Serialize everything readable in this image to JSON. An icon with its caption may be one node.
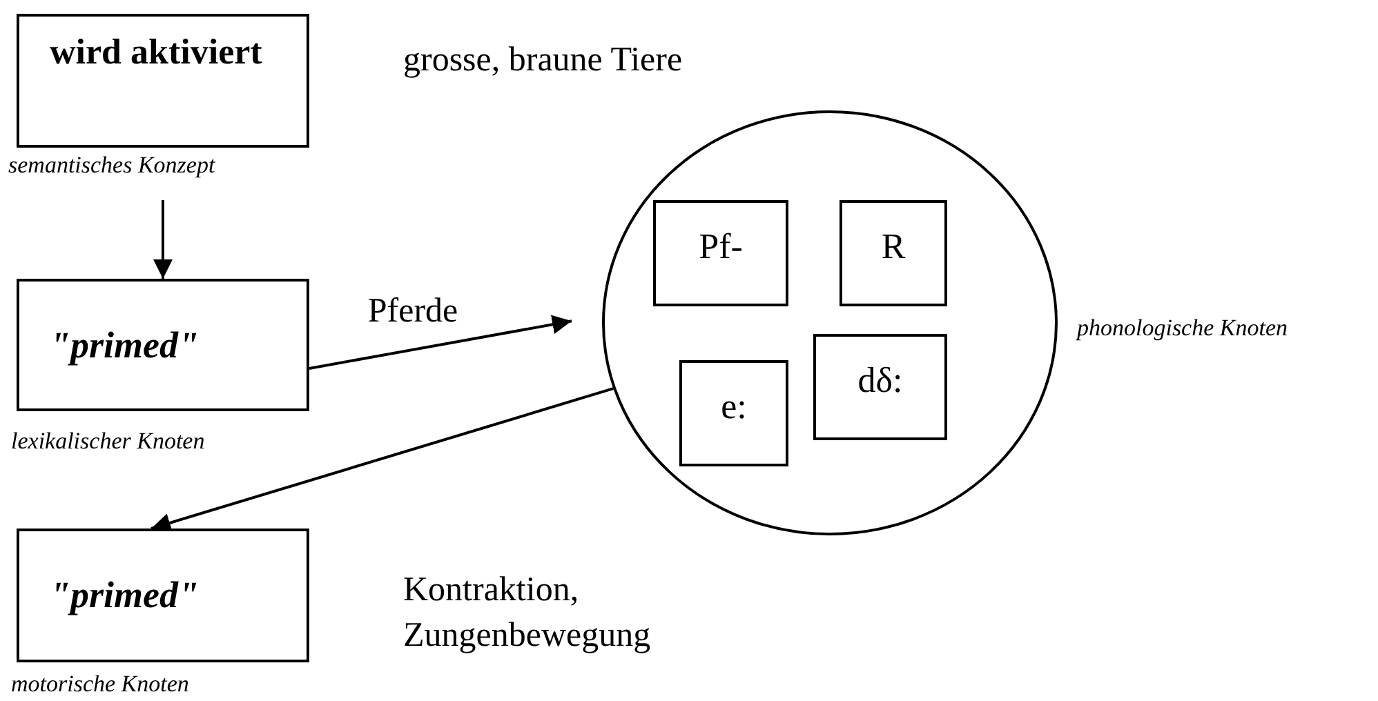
{
  "diagram": {
    "nodes": [
      {
        "text": [
          "wird aktiviert"
        ],
        "beside": [
          "semantisches Konzept"
        ]
      },
      {
        "text": [
          "\"primed\""
        ],
        "beside": [
          "lexikalischer Knoten"
        ]
      },
      {
        "text": [
          "\"primed\""
        ],
        "beside": [
          "motorische Knoten"
        ]
      },
      {
        "text": [],
        "shape": "circle",
        "beside": [
          "phonologische Knoten"
        ]
      },
      {
        "text": [
          "Pf-"
        ],
        "in": 3
      },
      {
        "text": [
          "R"
        ],
        "in": 3
      },
      {
        "text": [
          "e:"
        ],
        "in": 3
      },
      {
        "text": [
          "dδ:"
        ],
        "in": 3
      }
    ],
    "edges": [
      {
        "from": 0,
        "to": 1,
        "arrow": "to"
      },
      {
        "from": 1,
        "to": 3,
        "arrow": "to",
        "label": "Pferde"
      },
      {
        "from": 3,
        "to": 2,
        "arrow": "to"
      }
    ],
    "labels": [
      "grosse, braune Tiere",
      "Kontraktion, Zungenbewegung"
    ]
  }
}
